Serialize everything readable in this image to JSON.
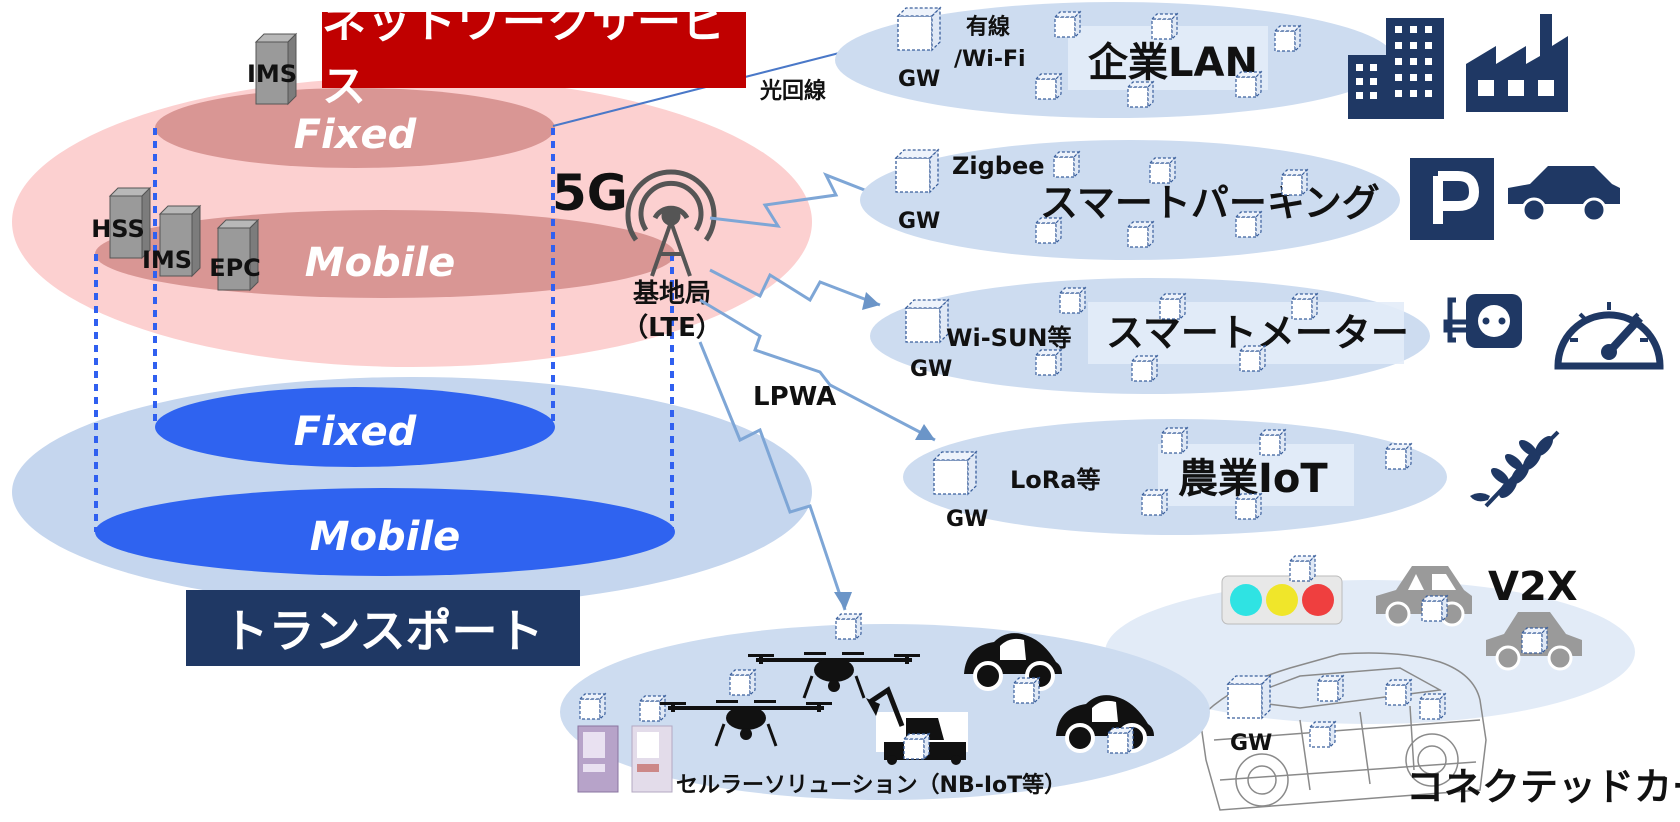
{
  "network": {
    "title": "ネットワークサービス",
    "fixed_label": "Fixed",
    "mobile_label": "Mobile",
    "ims_top": "IMS",
    "servers": [
      "HSS",
      "IMS",
      "EPC"
    ]
  },
  "transport": {
    "title": "トランスポート",
    "fixed_label": "Fixed",
    "mobile_label": "Mobile"
  },
  "base_station": {
    "tag": "5G",
    "name": "基地局",
    "sub": "（LTE）",
    "lpwa": "LPWA",
    "fiber": "光回線"
  },
  "domains": {
    "enterprise": {
      "gw": "GW",
      "link_line1": "有線",
      "link_line2": "/Wi-Fi",
      "name": "企業LAN"
    },
    "parking": {
      "gw": "GW",
      "link": "Zigbee",
      "name": "スマートパーキング"
    },
    "meter": {
      "gw": "GW",
      "link": "Wi-SUN等",
      "name": "スマートメーター"
    },
    "agri": {
      "gw": "GW",
      "link": "LoRa等",
      "name": "農業IoT"
    },
    "cellular": {
      "name": "セルラーソリューション（NB-IoT等）"
    },
    "v2x": {
      "label": "V2X"
    },
    "connected_car": {
      "gw": "GW",
      "name": "コネクテッドカー"
    }
  },
  "colors": {
    "network_red": "#c00000",
    "transport_navy": "#1f3864",
    "pink_ellipse": "#fcd0d0",
    "pink_band": "#d99694",
    "blue_ellipse": "#c5d6ee",
    "blue_band": "#2f63f0",
    "device_ellipse": "#cddcf0",
    "icon_navy": "#1f3864"
  }
}
